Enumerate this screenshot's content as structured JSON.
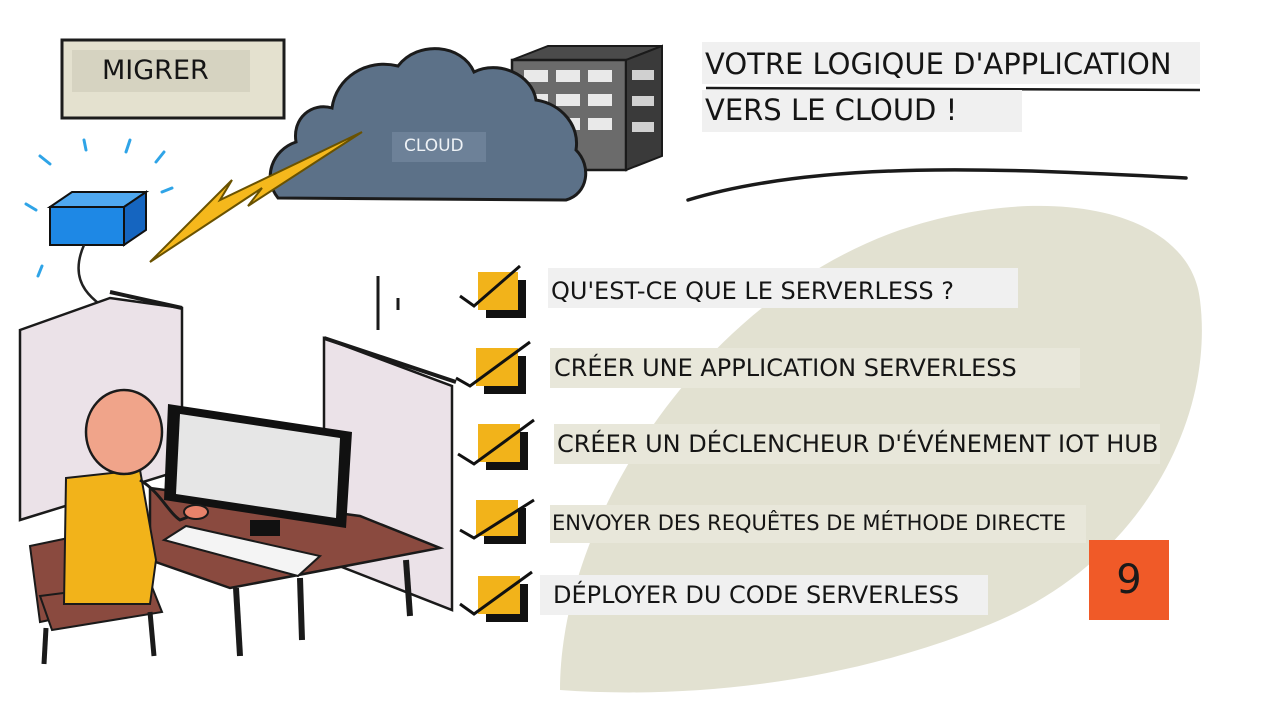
{
  "migrate_tag": "MIGRER",
  "cloud_label": "CLOUD",
  "title": {
    "line1": "VOTRE LOGIQUE D'APPLICATION",
    "line2": "VERS LE CLOUD !"
  },
  "checklist": [
    "QU'EST-CE QUE LE SERVERLESS ?",
    "CRÉER UNE APPLICATION SERVERLESS",
    "CRÉER UN DÉCLENCHEUR D'ÉVÉNEMENT IOT HUB",
    "ENVOYER DES REQUÊTES DE MÉTHODE DIRECTE",
    "DÉPLOYER DU CODE SERVERLESS"
  ],
  "lesson_number": "9",
  "colors": {
    "cloud": "#5c7188",
    "checkbox": "#f2b31a",
    "badge": "#f05a28",
    "device": "#1e88e5",
    "lightning": "#f5b81c",
    "blob": "#e2e1d1"
  }
}
